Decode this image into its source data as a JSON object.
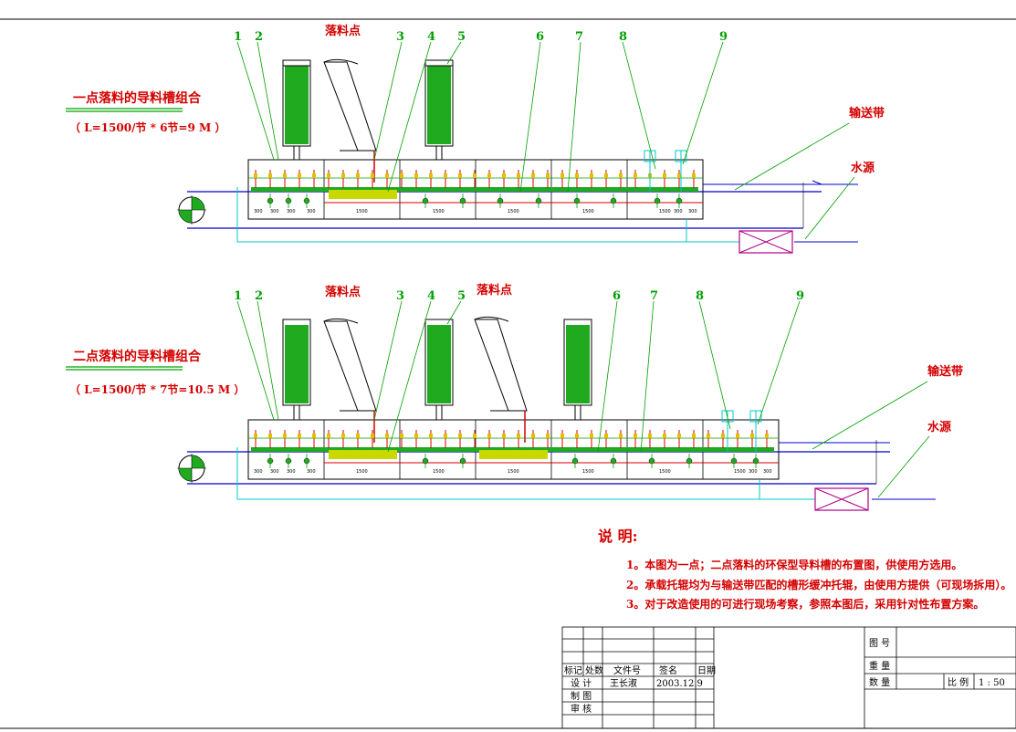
{
  "colors": {
    "annotation_red": "#d40000",
    "leader_green": "#00a000",
    "filter_green": "#1faa1f",
    "water_cyan": "#00c8c8",
    "belt_blue": "#0000cc",
    "motor_magenta": "#b0008a",
    "idler_yellow": "#e0c000"
  },
  "layout_one": {
    "title": "一点落料的导料槽组合",
    "formula": "（ L=1500/节 * 6节=9 M ）",
    "drop_point": "落料点",
    "callouts": [
      "1",
      "2",
      "3",
      "4",
      "5",
      "6",
      "7",
      "8",
      "9"
    ],
    "belt_label": "输送带",
    "water_label": "水源",
    "dims": [
      "300",
      "300",
      "300",
      "300",
      "1500",
      "1500",
      "1500",
      "1500",
      "1500",
      "300",
      "300"
    ]
  },
  "layout_two": {
    "title": "二点落料的导料槽组合",
    "formula": "（ L=1500/节 * 7节=10.5 M ）",
    "drop_point_a": "落料点",
    "drop_point_b": "落料点",
    "callouts": [
      "1",
      "2",
      "3",
      "4",
      "5",
      "6",
      "7",
      "8",
      "9"
    ],
    "belt_label": "输送带",
    "water_label": "水源",
    "dims": [
      "300",
      "300",
      "300",
      "300",
      "1500",
      "1500",
      "1500",
      "1500",
      "1500",
      "1500",
      "300",
      "300"
    ]
  },
  "notes": {
    "heading": "说 明:",
    "items": [
      "1。本图为一点；二点落料的环保型导料槽的布置图，供使用方选用。",
      "2。承载托辊均为与输送带匹配的槽形缓冲托辊，由使用方提供（可现场拆用）。",
      "3。对于改造使用的可进行现场考察，参照本图后，采用针对性布置方案。"
    ]
  },
  "title_block": {
    "headers": [
      "标记",
      "处数",
      "文件号",
      "签名",
      "日期"
    ],
    "design_label": "设 计",
    "designer": "王长淑",
    "date": "2003.12.9",
    "draw_label": "制 图",
    "review_label": "审 核",
    "drawing_no_label": "图 号",
    "weight_label": "重 量",
    "quantity_label": "数 量",
    "scale_label": "比 例",
    "scale_value": "1 : 50"
  }
}
